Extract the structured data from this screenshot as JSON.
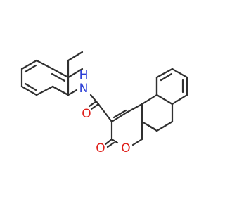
{
  "molecule": {
    "atoms": {
      "n1": "N",
      "h1": "H",
      "o_amide": "O",
      "o_ketone": "O",
      "o_ring": "O"
    }
  },
  "colors": {
    "bond": "#303030",
    "nitrogen": "#2a3dd6",
    "oxygen": "#e0201b",
    "background": "#ffffff"
  }
}
